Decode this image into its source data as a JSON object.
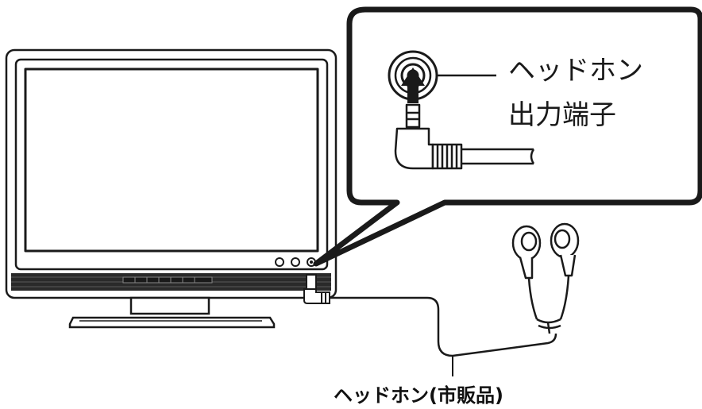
{
  "callout": {
    "label_line1": "ヘッドホン",
    "label_line2": "出力端子"
  },
  "caption": "ヘッドホン(市販品)",
  "icons": {
    "tv": "tv-monitor-icon",
    "earphones": "earphones-icon",
    "plug": "headphone-plug-icon",
    "jack": "headphone-jack-icon",
    "arrow": "insert-arrow-icon"
  },
  "colors": {
    "line": "#1a1a1a",
    "screen_fill": "#ffffff",
    "speaker_grille": "#2a2a2a"
  }
}
